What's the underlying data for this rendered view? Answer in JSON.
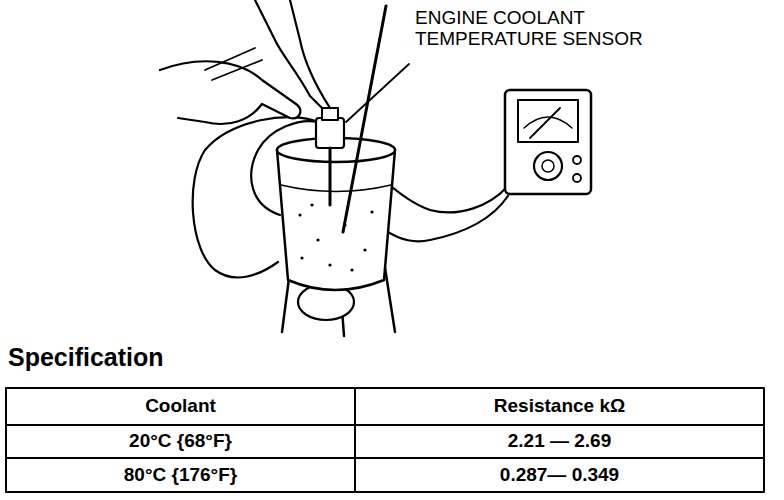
{
  "diagram": {
    "title": "Specification",
    "labels": [
      "ENGINE COOLANT TEMPERATURE SENSOR",
      "Coolant",
      "Resistance kΩ",
      "20°C {68°F}",
      "2.21 — 2.69",
      "80°C {176°F}",
      "0.287— 0.349"
    ]
  }
}
